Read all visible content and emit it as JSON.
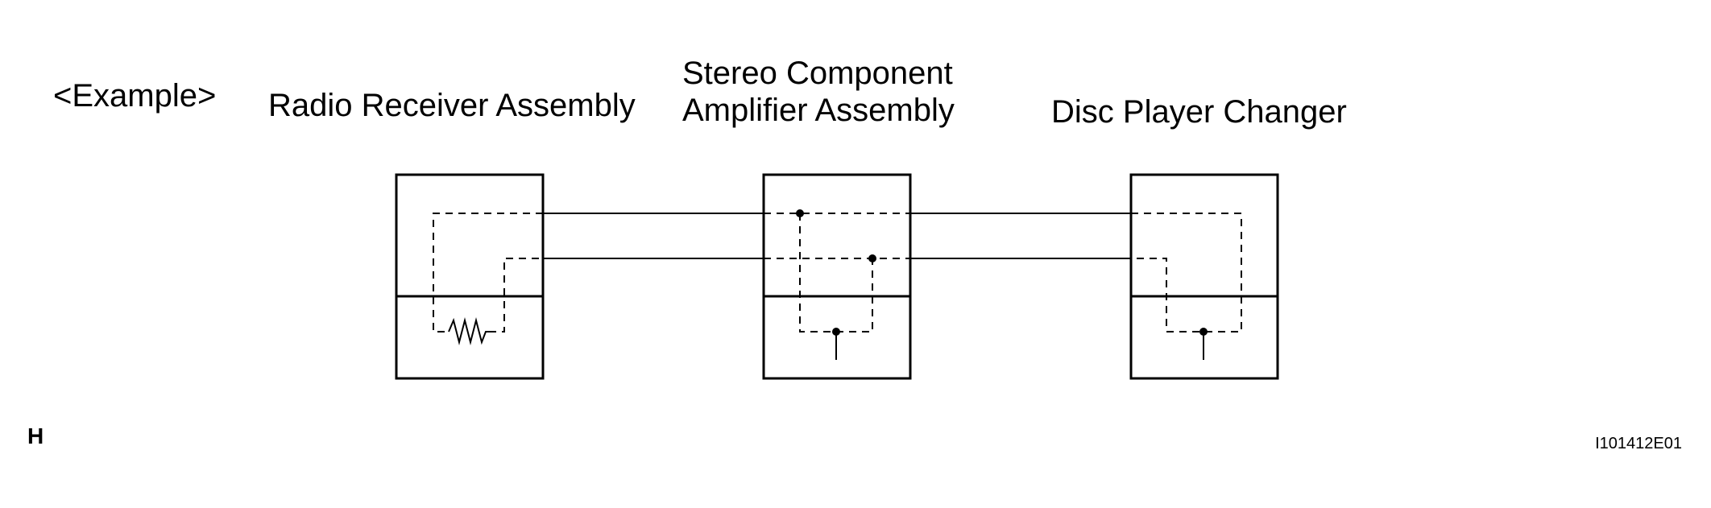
{
  "labels": {
    "example": "<Example>",
    "radio_receiver": "Radio Receiver Assembly",
    "stereo_line1": "Stereo Component",
    "stereo_line2": "Amplifier Assembly",
    "disc_player": "Disc Player Changer",
    "h_mark": "H",
    "figure_code": "I101412E01"
  },
  "colors": {
    "line": "#000000",
    "background": "#ffffff"
  }
}
